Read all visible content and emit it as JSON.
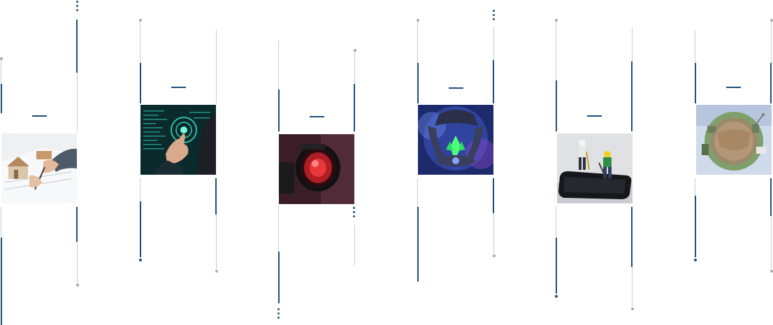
{
  "gallery": {
    "items": [
      {
        "id": "card-1",
        "subject": "house-model-contract-signing"
      },
      {
        "id": "card-2",
        "subject": "digital-touch-interface"
      },
      {
        "id": "card-3",
        "subject": "camera-lens-red"
      },
      {
        "id": "card-4",
        "subject": "fantasy-game-artwork"
      },
      {
        "id": "card-5",
        "subject": "miniature-workers-on-smartphone"
      },
      {
        "id": "card-6",
        "subject": "tiny-planet-panorama"
      }
    ]
  },
  "colors": {
    "accent": "#1f4e7a",
    "line": "#c9ccd1",
    "background": "#ffffff"
  }
}
